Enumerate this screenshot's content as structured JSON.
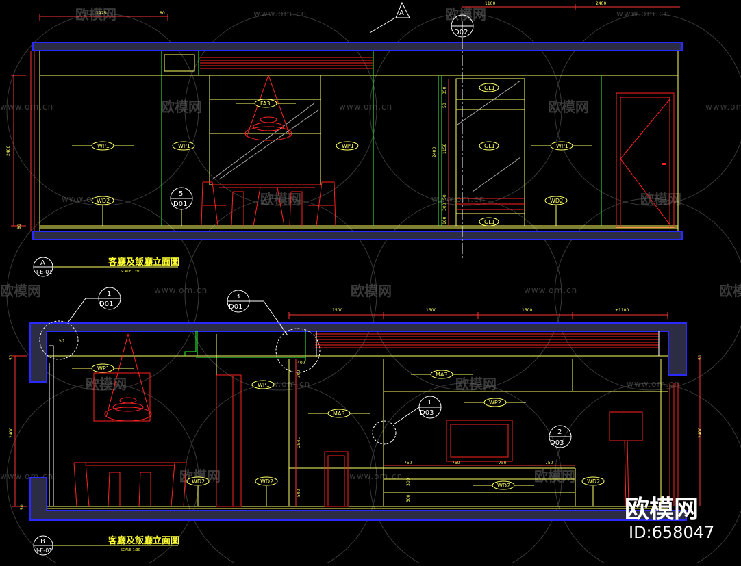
{
  "watermark": {
    "brand": "欧模网",
    "url": "www.om.cn",
    "id": "ID:658047"
  },
  "elevation_a": {
    "title": "客廳及飯廳立面圖",
    "scale": "SCALE 1:30",
    "callout": {
      "letter": "A",
      "sheet": "I-E-01"
    },
    "section_marker": {
      "letter": "A",
      "sheet": "D02"
    },
    "detail_bubble": {
      "number": "5",
      "sheet": "D01"
    },
    "labels": [
      "FA3",
      "WP1",
      "WP1",
      "WP1",
      "WD2",
      "GL1",
      "GL1",
      "GL1",
      "WP1",
      "WD2"
    ],
    "dims_top": [
      "1925",
      "80",
      "1100",
      "2400"
    ],
    "dims_left": [
      "2400",
      "80"
    ],
    "dims_mid": [
      "350",
      "50",
      "2400",
      "1150",
      "50",
      "300",
      "100"
    ]
  },
  "elevation_b": {
    "title": "客廳及飯廳立面圖",
    "scale": "SCALE 1:30",
    "callout": {
      "letter": "B",
      "sheet": "I-E-01"
    },
    "detail_bubbles": [
      {
        "number": "1",
        "sheet": "D01"
      },
      {
        "number": "3",
        "sheet": "D01"
      },
      {
        "number": "1",
        "sheet": "D03"
      },
      {
        "number": "2",
        "sheet": "D03"
      }
    ],
    "labels": [
      "WP1",
      "WP1",
      "MA3",
      "MA3",
      "WP2",
      "WD2",
      "WD2",
      "WD2",
      "WD2"
    ],
    "dims_top": [
      "1500",
      "1500",
      "1500",
      "±1100"
    ],
    "dims_left": [
      "50",
      "2400",
      "50"
    ],
    "dims_right": [
      "50",
      "2400"
    ],
    "dims_misc": [
      "50",
      "400",
      "300",
      "2E4L",
      "500",
      "750",
      "750",
      "750",
      "750",
      "300",
      "300"
    ]
  }
}
